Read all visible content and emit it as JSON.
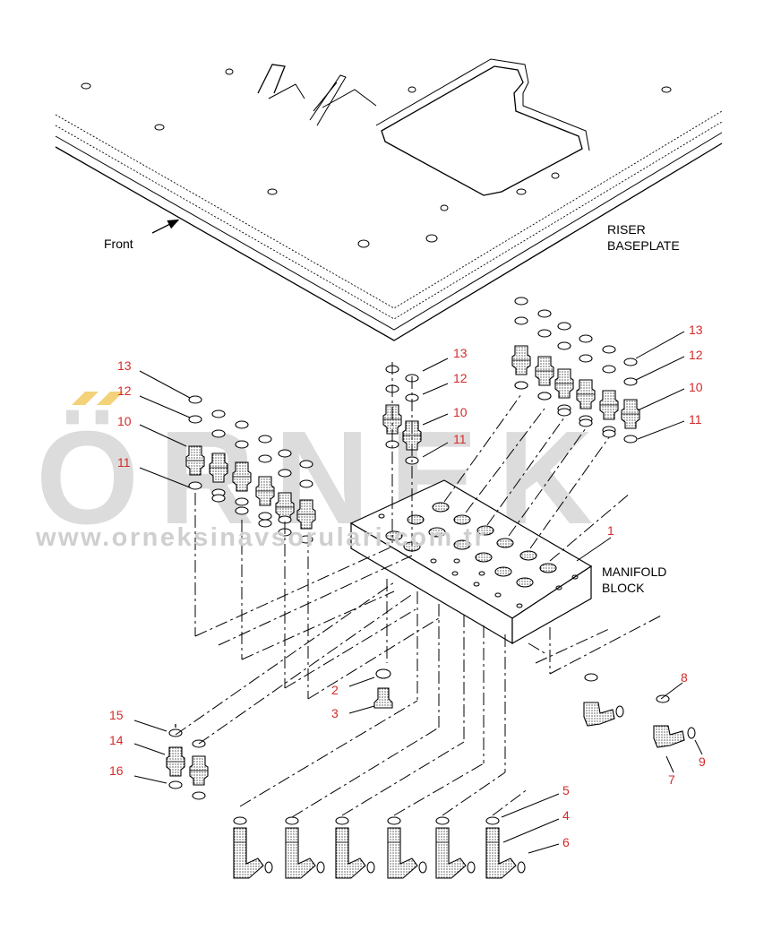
{
  "watermark": {
    "logo_text": "ÖRNEK",
    "url_text": "www.orneksinavsorulari.com.tr"
  },
  "labels": {
    "front": "Front",
    "riser_line1": "RISER",
    "riser_line2": "BASEPLATE",
    "manifold_line1": "MANIFOLD",
    "manifold_line2": "BLOCK"
  },
  "callouts": {
    "left_13": "13",
    "left_12": "12",
    "left_10": "10",
    "left_11": "11",
    "mid_13": "13",
    "mid_12": "12",
    "mid_10": "10",
    "mid_11": "11",
    "right_13": "13",
    "right_12": "12",
    "right_10": "10",
    "right_11": "11",
    "c1": "1",
    "c2": "2",
    "c3": "3",
    "c15": "15",
    "c14": "14",
    "c16": "16",
    "c8": "8",
    "c9": "9",
    "c7": "7",
    "c5": "5",
    "c4": "4",
    "c6": "6"
  },
  "colors": {
    "callout": "#d42a2a",
    "line": "#000000",
    "watermark": "#cfcfcf",
    "accent": "#f3d27a"
  }
}
